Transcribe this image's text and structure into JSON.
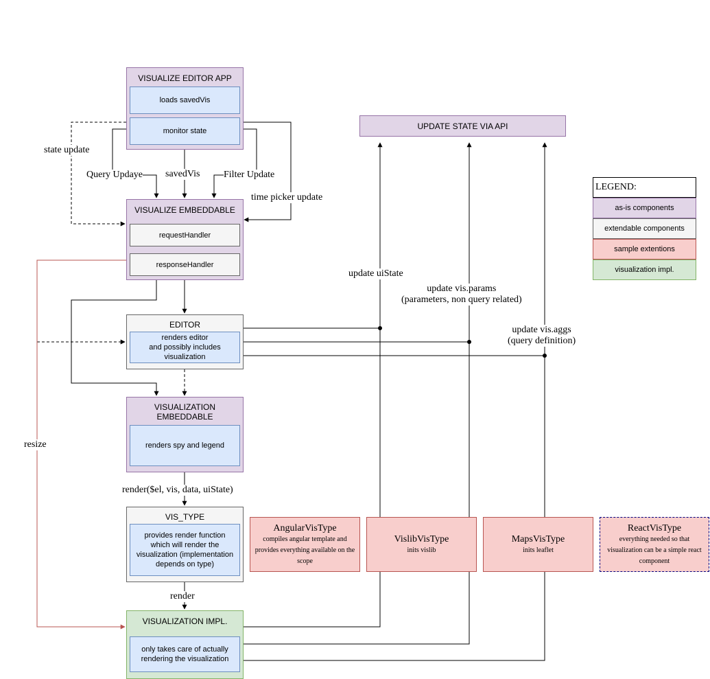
{
  "nodes": {
    "visualize_editor_app": {
      "title": "VISUALIZE EDITOR APP",
      "loads": "loads savedVis",
      "monitor": "monitor state"
    },
    "visualize_embeddable": {
      "title": "VISUALIZE EMBEDDABLE",
      "request": "requestHandler",
      "response": "responseHandler"
    },
    "editor": {
      "title": "EDITOR",
      "desc": "renders editor\nand possibly includes\nvisualization"
    },
    "visualization_embeddable": {
      "title": "VISUALIZATION\nEMBEDDABLE",
      "desc": "renders spy and legend"
    },
    "vis_type": {
      "title": "VIS_TYPE",
      "desc": "provides render function\nwhich will render the\nvisualization (implementation\ndepends on type)"
    },
    "visualization_impl": {
      "title": "VISUALIZATION IMPL.",
      "desc": "only takes care of actually\nrendering the visualization"
    },
    "update_state": {
      "title": "UPDATE STATE VIA API"
    }
  },
  "extensions": [
    {
      "name": "AngularVisType",
      "desc": "compiles angular template and provides everything available on the scope"
    },
    {
      "name": "VislibVisType",
      "desc": "inits vislib"
    },
    {
      "name": "MapsVisType",
      "desc": "inits leaflet"
    },
    {
      "name": "ReactVisType",
      "desc": "everything needed so that visualization can be a simple react component"
    }
  ],
  "legend": {
    "title": "LEGEND:",
    "items": [
      "as-is components",
      "extendable components",
      "sample extentions",
      "visualization impl."
    ]
  },
  "edge_labels": {
    "state_update": "state update",
    "query_update": "Query Updaye",
    "saved_vis": "savedVis",
    "filter_update": "Filter Update",
    "time_picker_update": "time picker update",
    "update_ui_state": "update uiState",
    "update_vis_params": "update vis.params\n(parameters, non query related)",
    "update_vis_aggs": "update vis.aggs\n(query definition)",
    "resize": "resize",
    "render_call": "render($el, vis, data, uiState)",
    "render": "render"
  },
  "colors": {
    "as_is": "#e1d5e7",
    "extendable": "#f5f5f5",
    "sample_extension": "#f8cecc",
    "visualization_impl": "#d5e8d4",
    "inner": "#dae8fc",
    "resize_line": "#b85450"
  }
}
